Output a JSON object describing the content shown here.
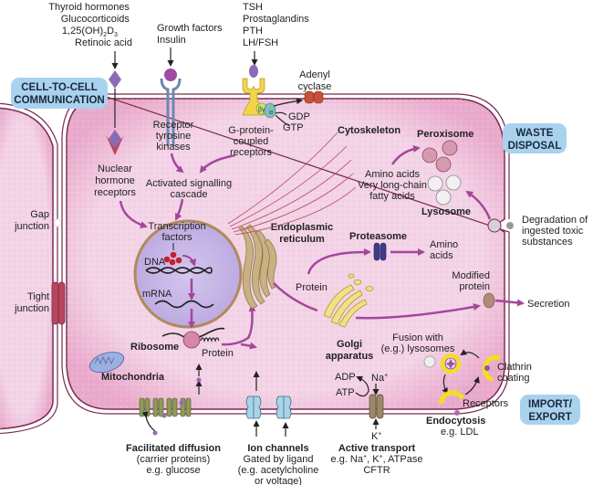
{
  "title": "Cell functions overview",
  "colors": {
    "cytoplasm": "#f4cfe3",
    "membrane": "#7a2a4e",
    "nucleus": "#c9b7e6",
    "nucleus_rim": "#b08a5a",
    "arrow": "#a3479b",
    "badge": "#a9d2ef",
    "er": "#c8b183",
    "golgi": "#f0e08a",
    "tight_junction": "#b8475c",
    "proteasome": "#3c3c8a",
    "adenyl_cyclase": "#c8503a",
    "carrier": "#8f9a5a",
    "ion_channel": "#a9d3e6",
    "active_transport": "#9a8a6a",
    "clathrin": "#f2e01c",
    "gpcr": "#f2d449"
  },
  "badges": {
    "cell_to_cell": [
      "CELL-TO-CELL",
      "COMMUNICATION"
    ],
    "waste": [
      "WASTE",
      "DISPOSAL"
    ],
    "import_export": [
      "IMPORT/",
      "EXPORT"
    ]
  },
  "signals": {
    "nuclear": [
      "Thyroid hormones",
      "Glucocorticoids",
      "1,25(OH)",
      "D",
      "Retinoic acid"
    ],
    "nuclear_sub1": "2",
    "nuclear_sub2": "3",
    "growth": [
      "Growth factors",
      "Insulin"
    ],
    "gpcr": [
      "TSH",
      "Prostaglandins",
      "PTH",
      "LH/FSH"
    ]
  },
  "labels": {
    "adenyl_cyclase": [
      "Adenyl",
      "cyclase"
    ],
    "gdp": "GDP",
    "gtp": "GTP",
    "beta_gamma": "βγ",
    "alpha": "α",
    "rtk": [
      "Receptor",
      "tyrosine",
      "kinases"
    ],
    "gpcr": [
      "G-protein-",
      "coupled",
      "receptors"
    ],
    "nuclear_receptors": [
      "Nuclear",
      "hormone",
      "receptors"
    ],
    "cascade": [
      "Activated signalling",
      "cascade"
    ],
    "transcription": [
      "Transcription",
      "factors"
    ],
    "dna": "DNA",
    "mrna": "mRNA",
    "ribosome": "Ribosome",
    "protein_ribosome": "Protein",
    "cytoskeleton": "Cytoskeleton",
    "er": [
      "Endoplasmic",
      "reticulum"
    ],
    "peroxisome": "Peroxisome",
    "amino_fatty": [
      "Amino acids",
      "Very long-chain",
      "fatty acids"
    ],
    "lysosome": "Lysosome",
    "degradation": [
      "Degradation of",
      "ingested toxic",
      "substances"
    ],
    "proteasome": "Proteasome",
    "amino_acids": [
      "Amino",
      "acids"
    ],
    "protein_er": "Protein",
    "modified_protein": [
      "Modified",
      "protein"
    ],
    "secretion": "Secretion",
    "golgi": [
      "Golgi",
      "apparatus"
    ],
    "fusion": [
      "Fusion with",
      "(e.g.) lysosomes"
    ],
    "clathrin": [
      "Clathrin",
      "coating"
    ],
    "receptors": "Receptors",
    "gap_junction": [
      "Gap",
      "junction"
    ],
    "tight_junction": [
      "Tight",
      "junction"
    ],
    "mitochondria": "Mitochondria",
    "adp": "ADP",
    "atp": "ATP",
    "na": "Na",
    "k": "K",
    "plus": "+"
  },
  "transport": {
    "facilitated": {
      "title": "Facilitated diffusion",
      "lines": [
        "(carrier proteins)",
        "e.g. glucose"
      ]
    },
    "ion": {
      "title": "Ion channels",
      "lines": [
        "Gated by ligand",
        "(e.g. acetylcholine",
        "or voltage)"
      ]
    },
    "active": {
      "title": "Active transport",
      "line1": "e.g. Na",
      "line1b": ", K",
      "line1c": ", ATPase",
      "line2": "CFTR"
    },
    "endocytosis": {
      "title": "Endocytosis",
      "lines": [
        "e.g. LDL"
      ]
    }
  }
}
